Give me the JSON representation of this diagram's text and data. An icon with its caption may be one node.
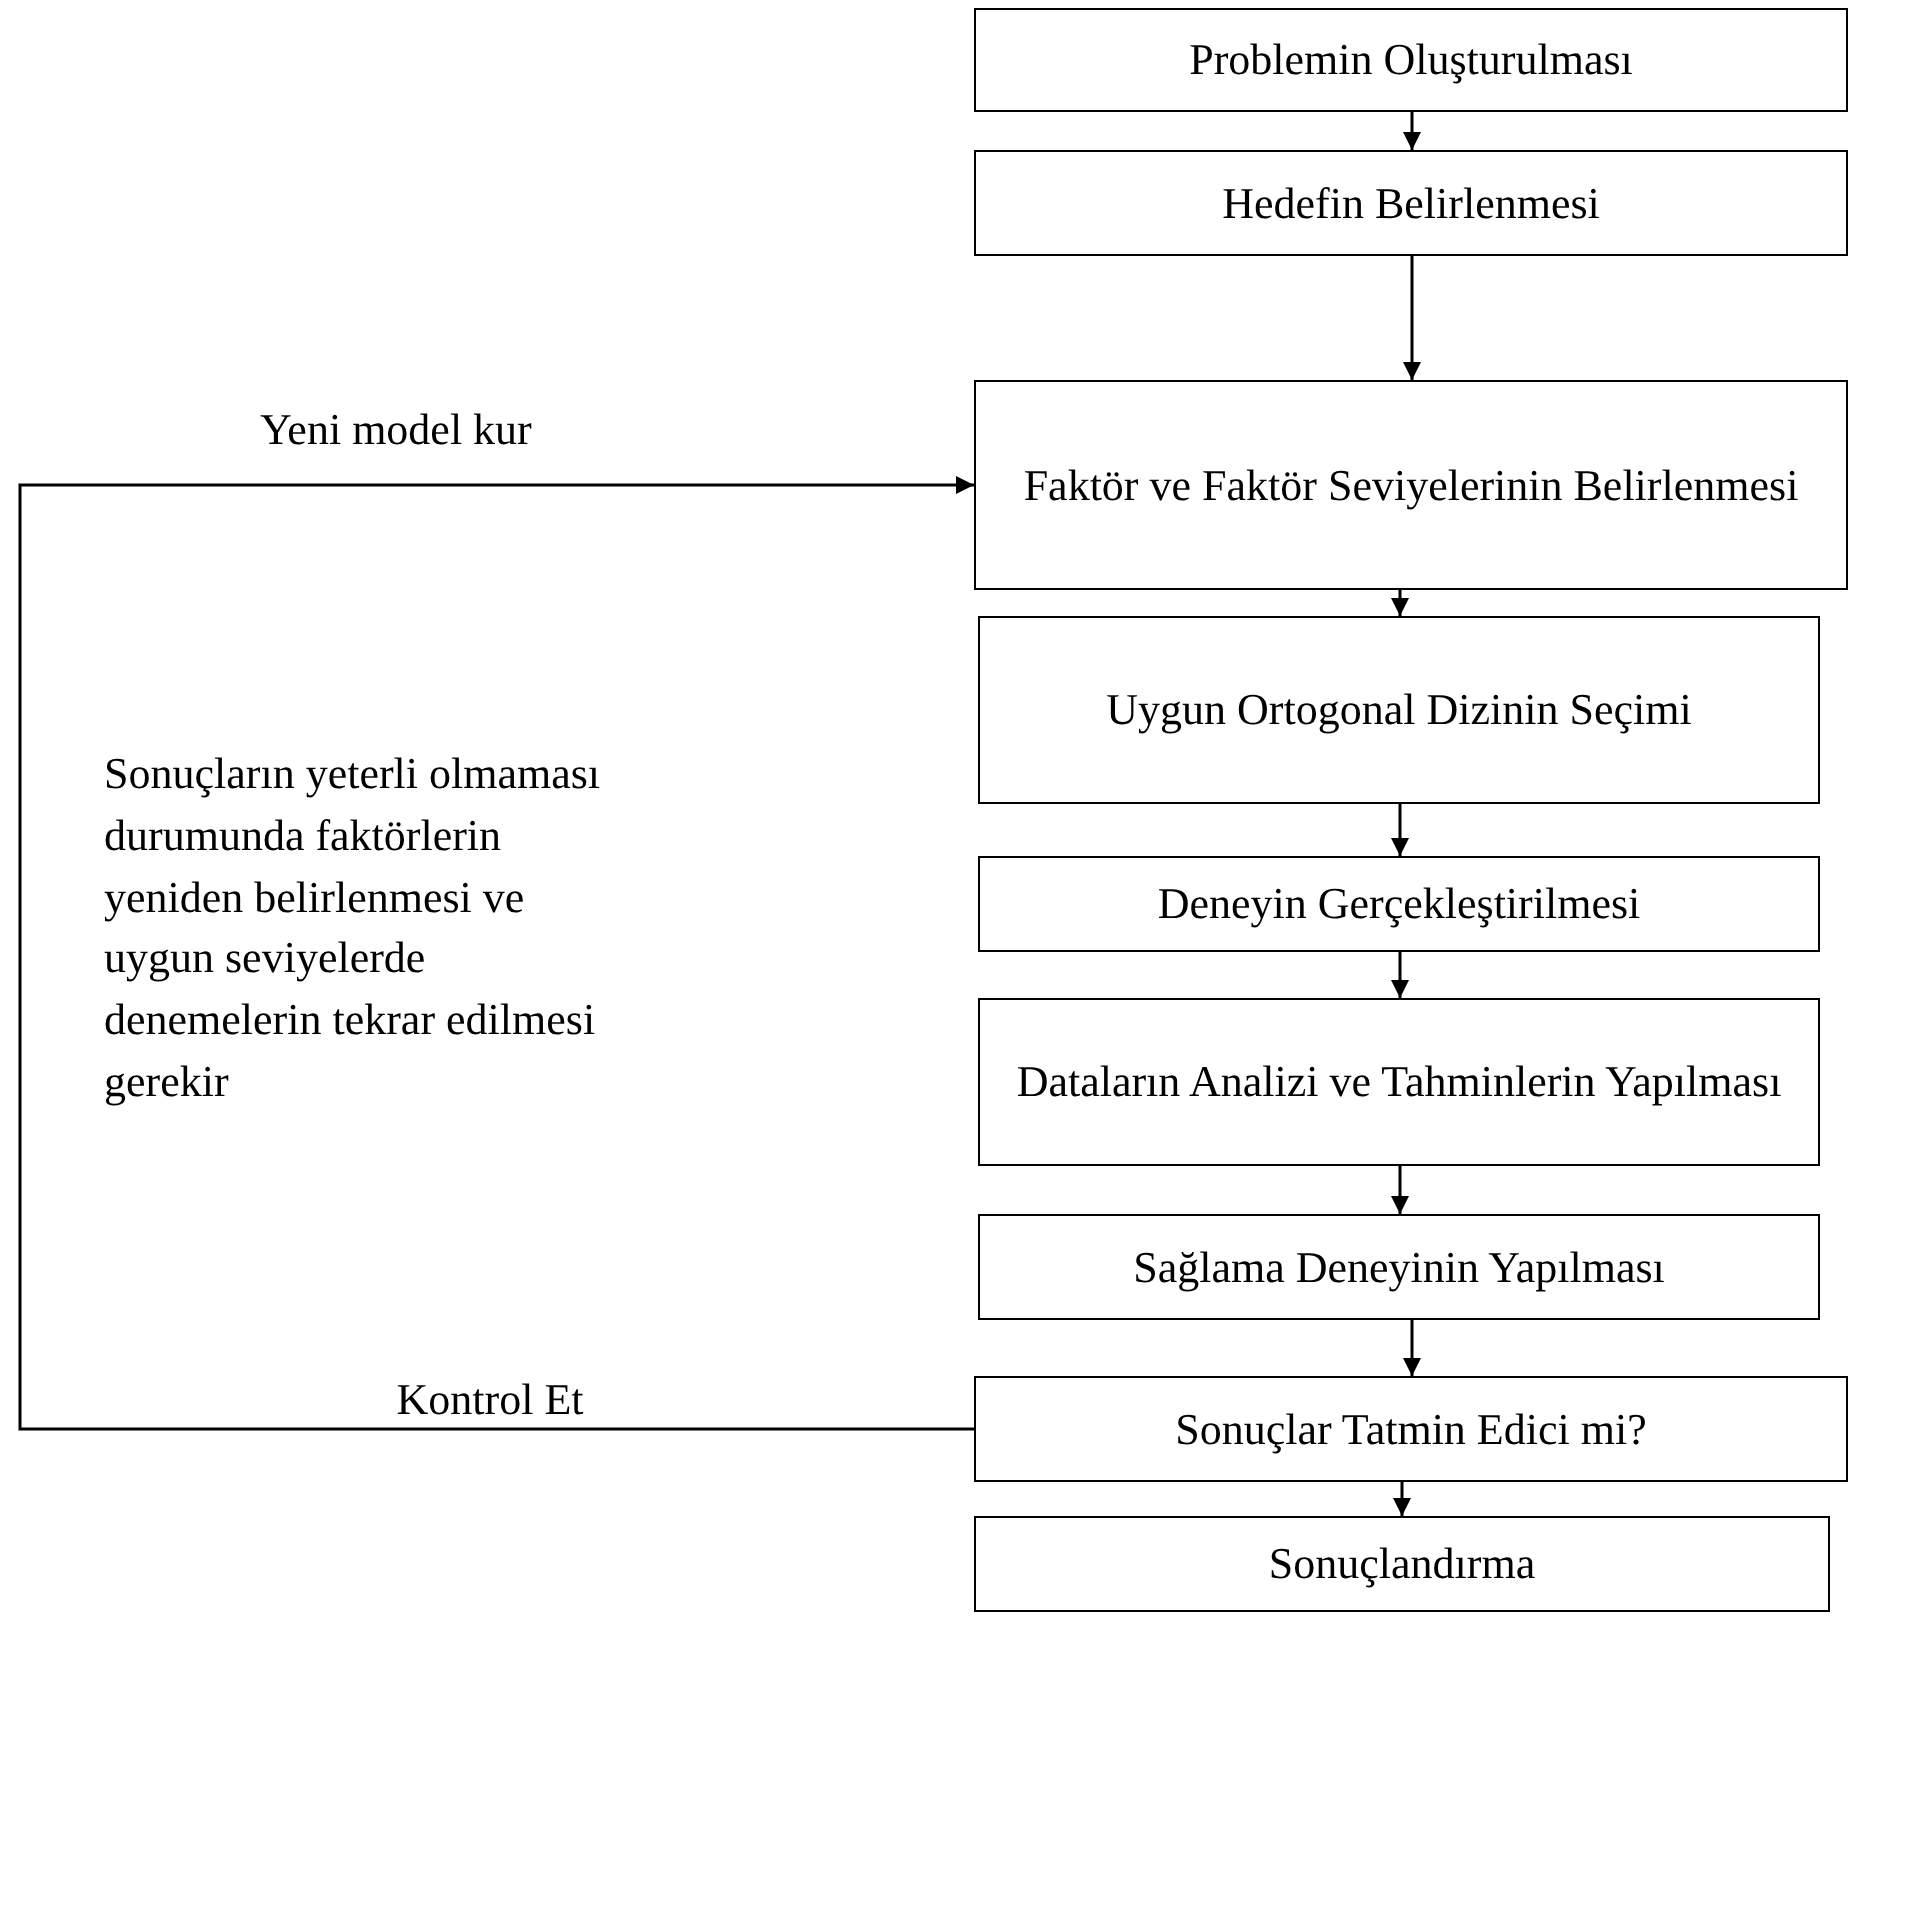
{
  "diagram": {
    "nodes": [
      {
        "text": [
          "Problemin Oluşturulması"
        ]
      },
      {
        "text": [
          "Hedefin Belirlenmesi"
        ]
      },
      {
        "text": [
          "Faktör ve Faktör Seviyelerinin Belirlenmesi"
        ]
      },
      {
        "text": [
          "Uygun Ortogonal Dizinin Seçimi"
        ]
      },
      {
        "text": [
          "Deneyin Gerçekleştirilmesi"
        ]
      },
      {
        "text": [
          "Dataların Analizi ve Tahminlerin Yapılması"
        ]
      },
      {
        "text": [
          "Sağlama Deneyinin Yapılması"
        ]
      },
      {
        "text": [
          "Sonuçlar Tatmin Edici mi?"
        ]
      },
      {
        "text": [
          "Sonuçlandırma"
        ]
      }
    ],
    "edges": [
      {
        "from": 0,
        "to": 1,
        "arrow": "to"
      },
      {
        "from": 1,
        "to": 2,
        "arrow": "to"
      },
      {
        "from": 2,
        "to": 3,
        "arrow": "to"
      },
      {
        "from": 3,
        "to": 4,
        "arrow": "to"
      },
      {
        "from": 4,
        "to": 5,
        "arrow": "to"
      },
      {
        "from": 5,
        "to": 6,
        "arrow": "to"
      },
      {
        "from": 6,
        "to": 7,
        "arrow": "to"
      },
      {
        "from": 7,
        "to": 8,
        "arrow": "to"
      },
      {
        "from": 7,
        "to": 2,
        "arrow": "to",
        "label": "Kontrol Et"
      }
    ],
    "labels": [
      "Yeni model kur",
      "Sonuçların yeterli olmaması durumunda faktörlerin yeniden belirlenmesi ve uygun seviyelerde denemelerin tekrar edilmesi gerekir"
    ]
  }
}
